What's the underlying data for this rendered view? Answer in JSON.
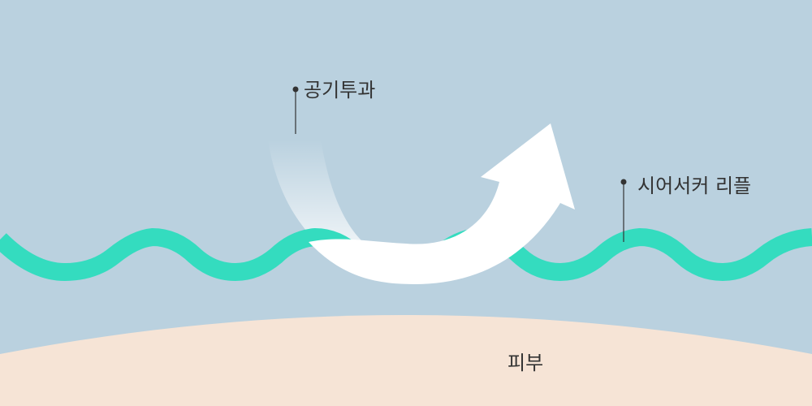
{
  "labels": {
    "air": "공기투과",
    "ripple": "시어서커 리플",
    "skin": "피부"
  },
  "colors": {
    "background": "#bad1df",
    "ripple": "#34dcbf",
    "skin": "#f6e4d6",
    "arrow": "#ffffff",
    "callout": "#333333"
  }
}
